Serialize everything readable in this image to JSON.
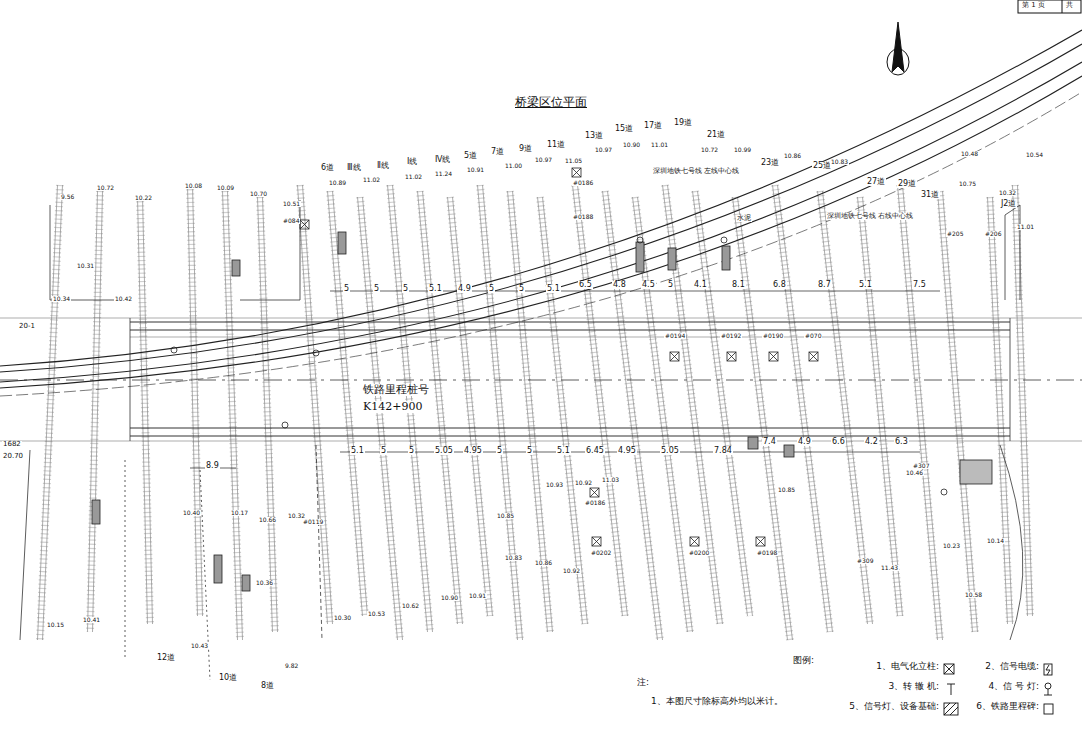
{
  "diagram": {
    "title": "桥梁区位平面",
    "labels": [
      "6道",
      "Ⅲ线",
      "Ⅱ线",
      "Ⅰ线",
      "Ⅳ线",
      "5道",
      "7道",
      "9道",
      "11道",
      "13道",
      "15道",
      "17道",
      "19道",
      "21道",
      "23道",
      "25道",
      "27道",
      "29道",
      "31道",
      "J2道",
      "12道",
      "10道",
      "8道",
      "5",
      "5",
      "5",
      "5.1",
      "4.9",
      "5",
      "5",
      "5.1",
      "6.5",
      "4.8",
      "4.5",
      "5",
      "4.1",
      "8.1",
      "6.8",
      "8.7",
      "5.1",
      "7.5",
      "5.1",
      "5",
      "5",
      "5.05",
      "4.95",
      "5",
      "5",
      "5.1",
      "6.45",
      "4.95",
      "5.05",
      "7.84",
      "7.4",
      "4.9",
      "6.6",
      "4.2",
      "6.3",
      "8.9",
      "铁路里程桩号",
      "K142+900",
      "深圳地铁七号线 左线中心线",
      "深圳地铁七号线 右线中心线",
      "水泥",
      "20-1",
      "1682",
      "20.70",
      "10.89",
      "11.02",
      "11.02",
      "11.24",
      "10.91",
      "11.00",
      "10.97",
      "11.05",
      "10.97",
      "10.90",
      "11.01",
      "10.72",
      "10.99",
      "10.86",
      "10.83",
      "10.48",
      "10.54",
      "10.75",
      "10.32",
      "11.01",
      "9.56",
      "10.72",
      "10.22",
      "10.08",
      "10.09",
      "10.70",
      "10.51",
      "10.31",
      "10.34",
      "10.42",
      "10.93",
      "10.92",
      "11.03",
      "10.85",
      "10.83",
      "10.86",
      "10.92",
      "10.90",
      "10.91",
      "10.30",
      "10.53",
      "10.62",
      "10.40",
      "10.17",
      "10.32",
      "10.66",
      "10.15",
      "10.41",
      "10.43",
      "9.82",
      "10.36",
      "10.85",
      "10.46",
      "10.23",
      "10.14",
      "10.58",
      "11.43",
      "#0186",
      "#0188",
      "#084",
      "#0194",
      "#0192",
      "#0190",
      "#070",
      "#0186",
      "#0202",
      "#0200",
      "#0198",
      "#0119",
      "#206",
      "#205",
      "#307",
      "#309",
      "注:",
      "1、本图尺寸除标高外均以米计。",
      "图例:",
      "第 1 页",
      "共"
    ],
    "legend": [
      {
        "text": "1、电气化立柱:"
      },
      {
        "text": "2、信号电缆:"
      },
      {
        "text": "3、转 辙 机:"
      },
      {
        "text": "4、信 号 灯:"
      },
      {
        "text": "5、信号灯、设备基础:"
      },
      {
        "text": "6、铁路里程碑:"
      }
    ]
  }
}
